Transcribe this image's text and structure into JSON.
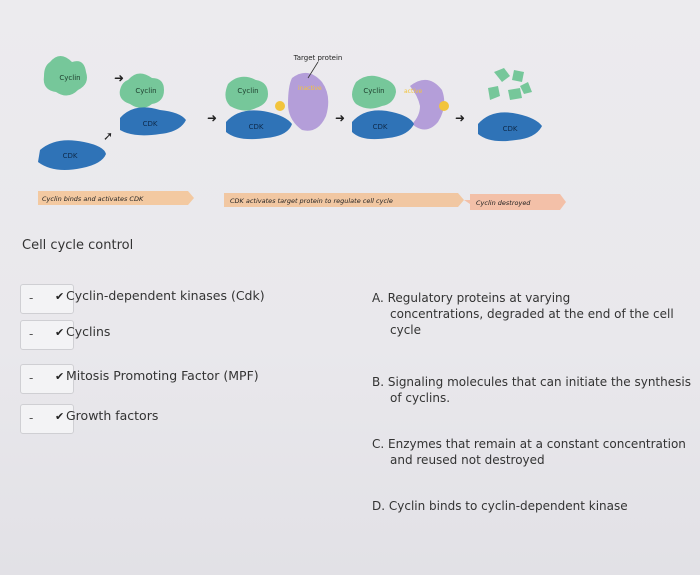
{
  "diagram": {
    "target_label": "Target protein",
    "cyclin_label": "Cyclin",
    "cdk_label": "CDK",
    "inactive_label": "inactive",
    "active_label": "active",
    "banner_1": "Cyclin binds and activates CDK",
    "banner_2": "CDK activates target protein to regulate cell cycle",
    "banner_3": "Cyclin destroyed",
    "colors": {
      "cyclin": "#76c79a",
      "cdk": "#2f73b7",
      "target": "#b49ed9",
      "phosphate": "#f2c43c",
      "banner": "#f3c9a1"
    }
  },
  "title": "Cell cycle control",
  "terms": [
    {
      "select_value": "-",
      "label": "Cyclin-dependent kinases (Cdk)"
    },
    {
      "select_value": "-",
      "label": "Cyclins"
    },
    {
      "select_value": "-",
      "label": "Mitosis Promoting Factor (MPF)"
    },
    {
      "select_value": "-",
      "label": "Growth factors"
    }
  ],
  "options": [
    {
      "line1": "A. Regulatory proteins at varying",
      "line2": "concentrations, degraded at the end of the cell",
      "line3": "cycle"
    },
    {
      "line1": "B. Signaling molecules that can initiate the synthesis",
      "line2": "of cyclins."
    },
    {
      "line1": "C. Enzymes that remain at a constant concentration",
      "line2": "and reused not destroyed"
    },
    {
      "line1": "D. Cyclin binds to cyclin-dependent kinase"
    }
  ]
}
